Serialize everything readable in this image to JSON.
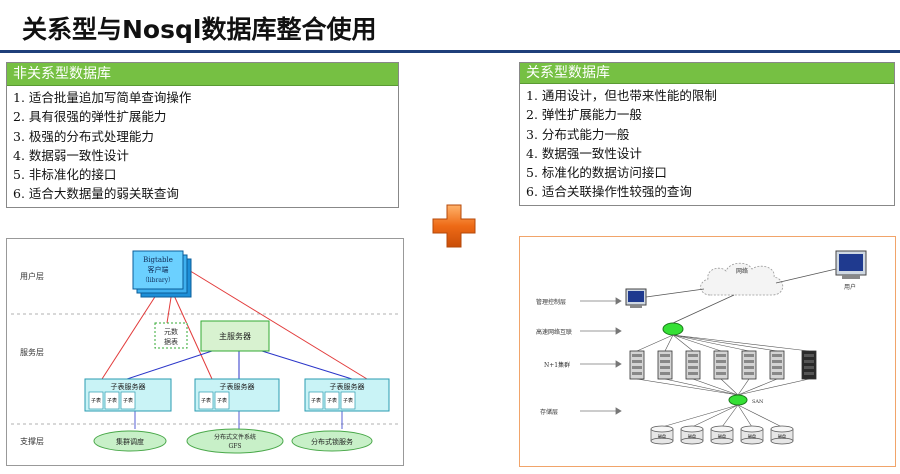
{
  "title": "关系型与Nosql数据库整合使用",
  "left_panel": {
    "header": "非关系型数据库",
    "items": [
      "1. 适合批量追加写简单查询操作",
      "2. 具有很强的弹性扩展能力",
      "3. 极强的分布式处理能力",
      "4. 数据弱一致性设计",
      "5. 非标准化的接口",
      "6. 适合大数据量的弱关联查询"
    ]
  },
  "right_panel": {
    "header": "关系型数据库",
    "items": [
      "1. 通用设计，但也带来性能的限制",
      "2. 弹性扩展能力一般",
      "3. 分布式能力一般",
      "4. 数据强一致性设计",
      "5. 标准化的数据访问接口",
      "6. 适合关联操作性较强的查询"
    ]
  },
  "left_diagram": {
    "layers": [
      "用户层",
      "服务层",
      "支撑层"
    ],
    "client_box": [
      "Bigtable",
      "客户端",
      "（library）"
    ],
    "meta_box": [
      "元数",
      "据表"
    ],
    "master_box": "主服务器",
    "tablet_server_label": "子表服务器",
    "sub_table_label": "子表",
    "support_boxes": [
      "集群调度",
      "分布式文件系统",
      "GFS",
      "分布式锁服务"
    ]
  },
  "right_diagram": {
    "layers": [
      "管理控制层",
      "高速网络互联",
      "N+1集群",
      "存储层"
    ],
    "network_label": "网络",
    "user_label": "用户",
    "san_label": "SAN",
    "disk_label": "磁盘"
  },
  "colors": {
    "accent_green": "#76c043",
    "title_rule": "#1f3f7a",
    "plus_orange": "#ee6a16",
    "diagram_red": "#e23b3b",
    "diagram_blue": "#2b36c9",
    "tablet_fill": "#c9f3f6",
    "master_fill": "#d8f2d0"
  },
  "icons": [
    "plus-icon",
    "monitor-icon",
    "cloud-icon",
    "server-icon",
    "disk-icon",
    "switch-icon"
  ]
}
